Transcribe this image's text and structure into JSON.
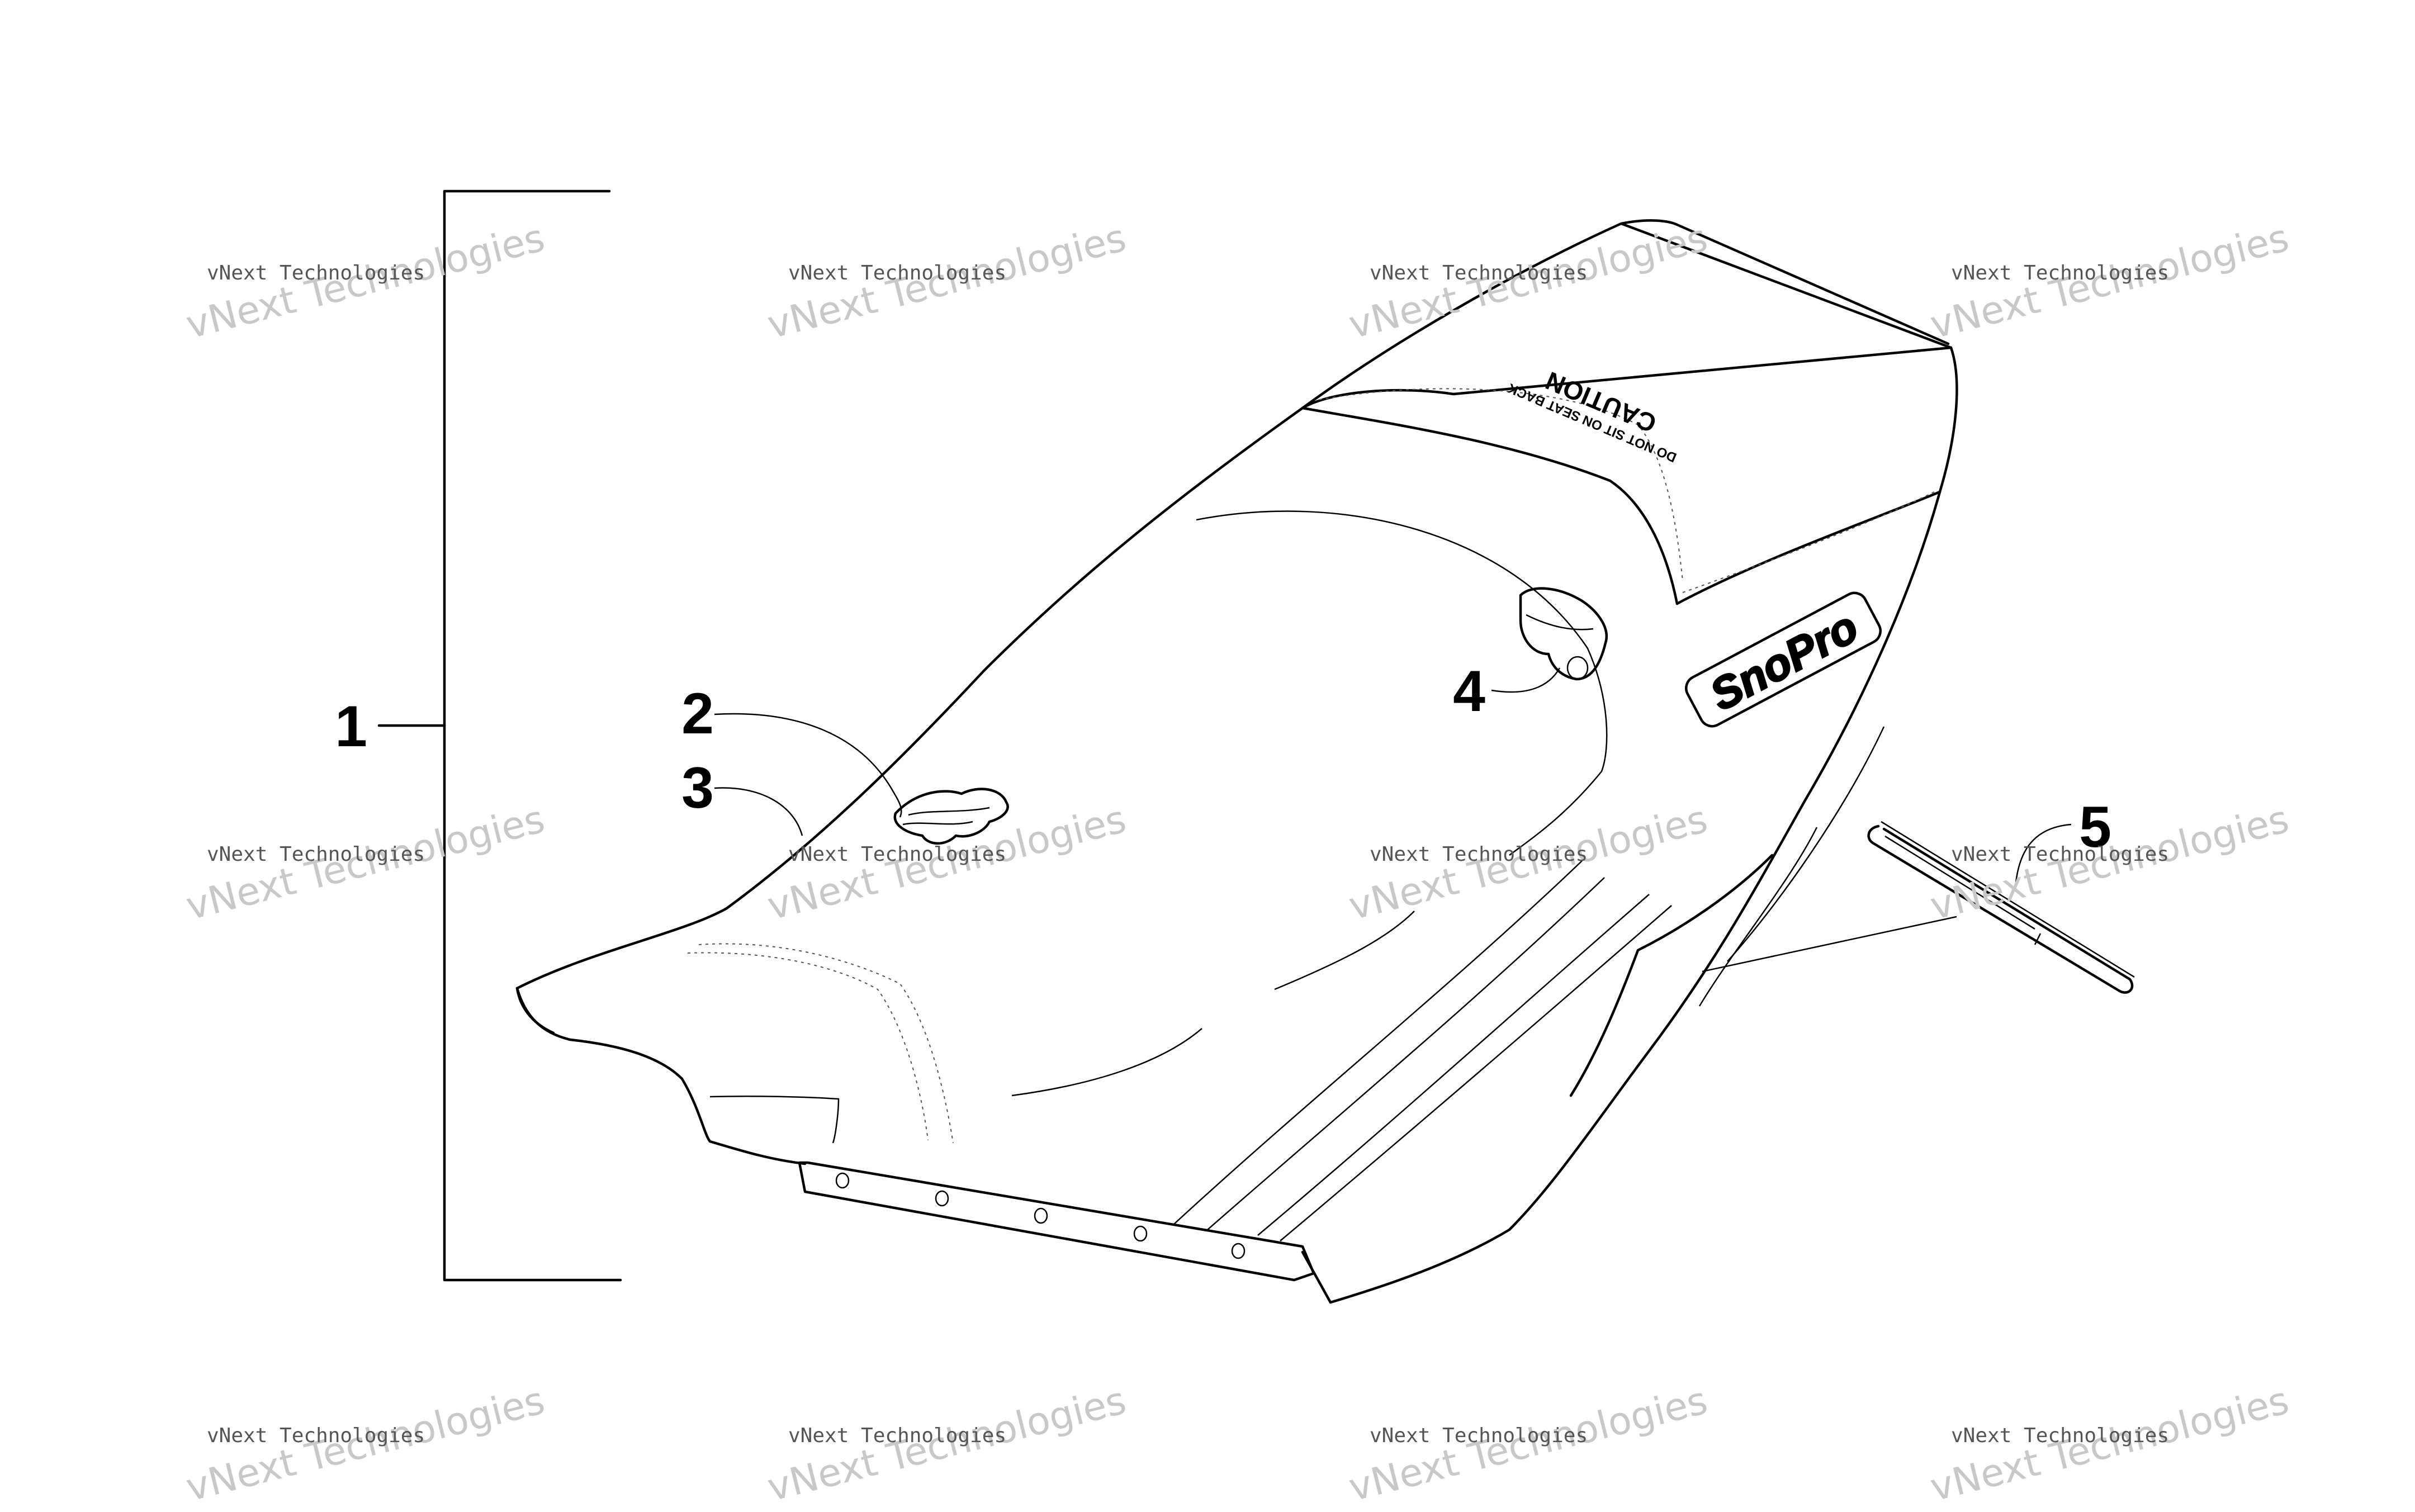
{
  "callouts": [
    {
      "id": "1",
      "label": "1"
    },
    {
      "id": "2",
      "label": "2"
    },
    {
      "id": "3",
      "label": "3"
    },
    {
      "id": "4",
      "label": "4"
    },
    {
      "id": "5",
      "label": "5"
    }
  ],
  "seat_decals": {
    "caution_title": "CAUTION",
    "caution_text": "DO NOT SIT ON SEAT BACK",
    "brand_logo": "SnoPro"
  },
  "watermark": {
    "small_text": "vNext Technologies",
    "large_text": "vNext Technologies"
  }
}
